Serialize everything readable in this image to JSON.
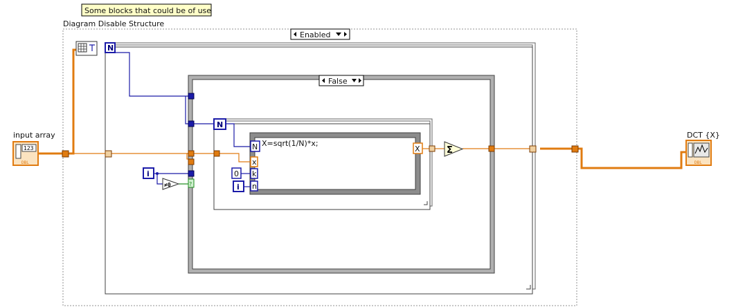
{
  "comment_box": {
    "text": "Some blocks that could be of use"
  },
  "disable_structure": {
    "label": "Diagram Disable Structure",
    "selector_value": "Enabled"
  },
  "case_structure": {
    "selector_value": "False"
  },
  "input_control": {
    "label": "input array",
    "type_code": "DBL",
    "glyph": "123"
  },
  "output_indicator": {
    "label": "DCT {X}",
    "type_code": "DBL"
  },
  "formula_node": {
    "expression": "X=sqrt(1/N)*x;",
    "inputs": [
      "N",
      "x",
      "k",
      "n"
    ],
    "output": "X"
  },
  "terminals": {
    "count": "N",
    "iteration": "i",
    "constant_zero": "0",
    "not_equal_zero": "≠0",
    "boolean_case": "?"
  },
  "functions": {
    "sum": "Σ"
  },
  "colors": {
    "dbl_wire": "#e07b10",
    "int_wire": "#1b1ba8",
    "bool_wire": "#1a8a1a",
    "structure_gray": "#808080"
  }
}
